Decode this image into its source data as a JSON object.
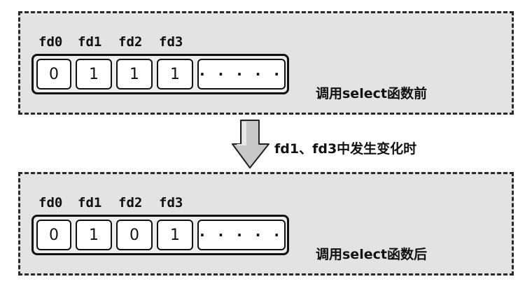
{
  "panels": [
    {
      "labels": [
        "fd0",
        "fd1",
        "fd2",
        "fd3"
      ],
      "bits": [
        "0",
        "1",
        "1",
        "1"
      ],
      "ellipsis": "· · · · ·",
      "caption": "调用select函数前"
    },
    {
      "labels": [
        "fd0",
        "fd1",
        "fd2",
        "fd3"
      ],
      "bits": [
        "0",
        "1",
        "0",
        "1"
      ],
      "ellipsis": "· · · · ·",
      "caption": "调用select函数后"
    }
  ],
  "transition_label": "fd1、fd3中发生变化时",
  "colors": {
    "panel_bg": "#e3e3e3",
    "border": "#2a2a2a",
    "cell_bg": "#ffffff",
    "arrow_fill": "#c8c8c8"
  }
}
